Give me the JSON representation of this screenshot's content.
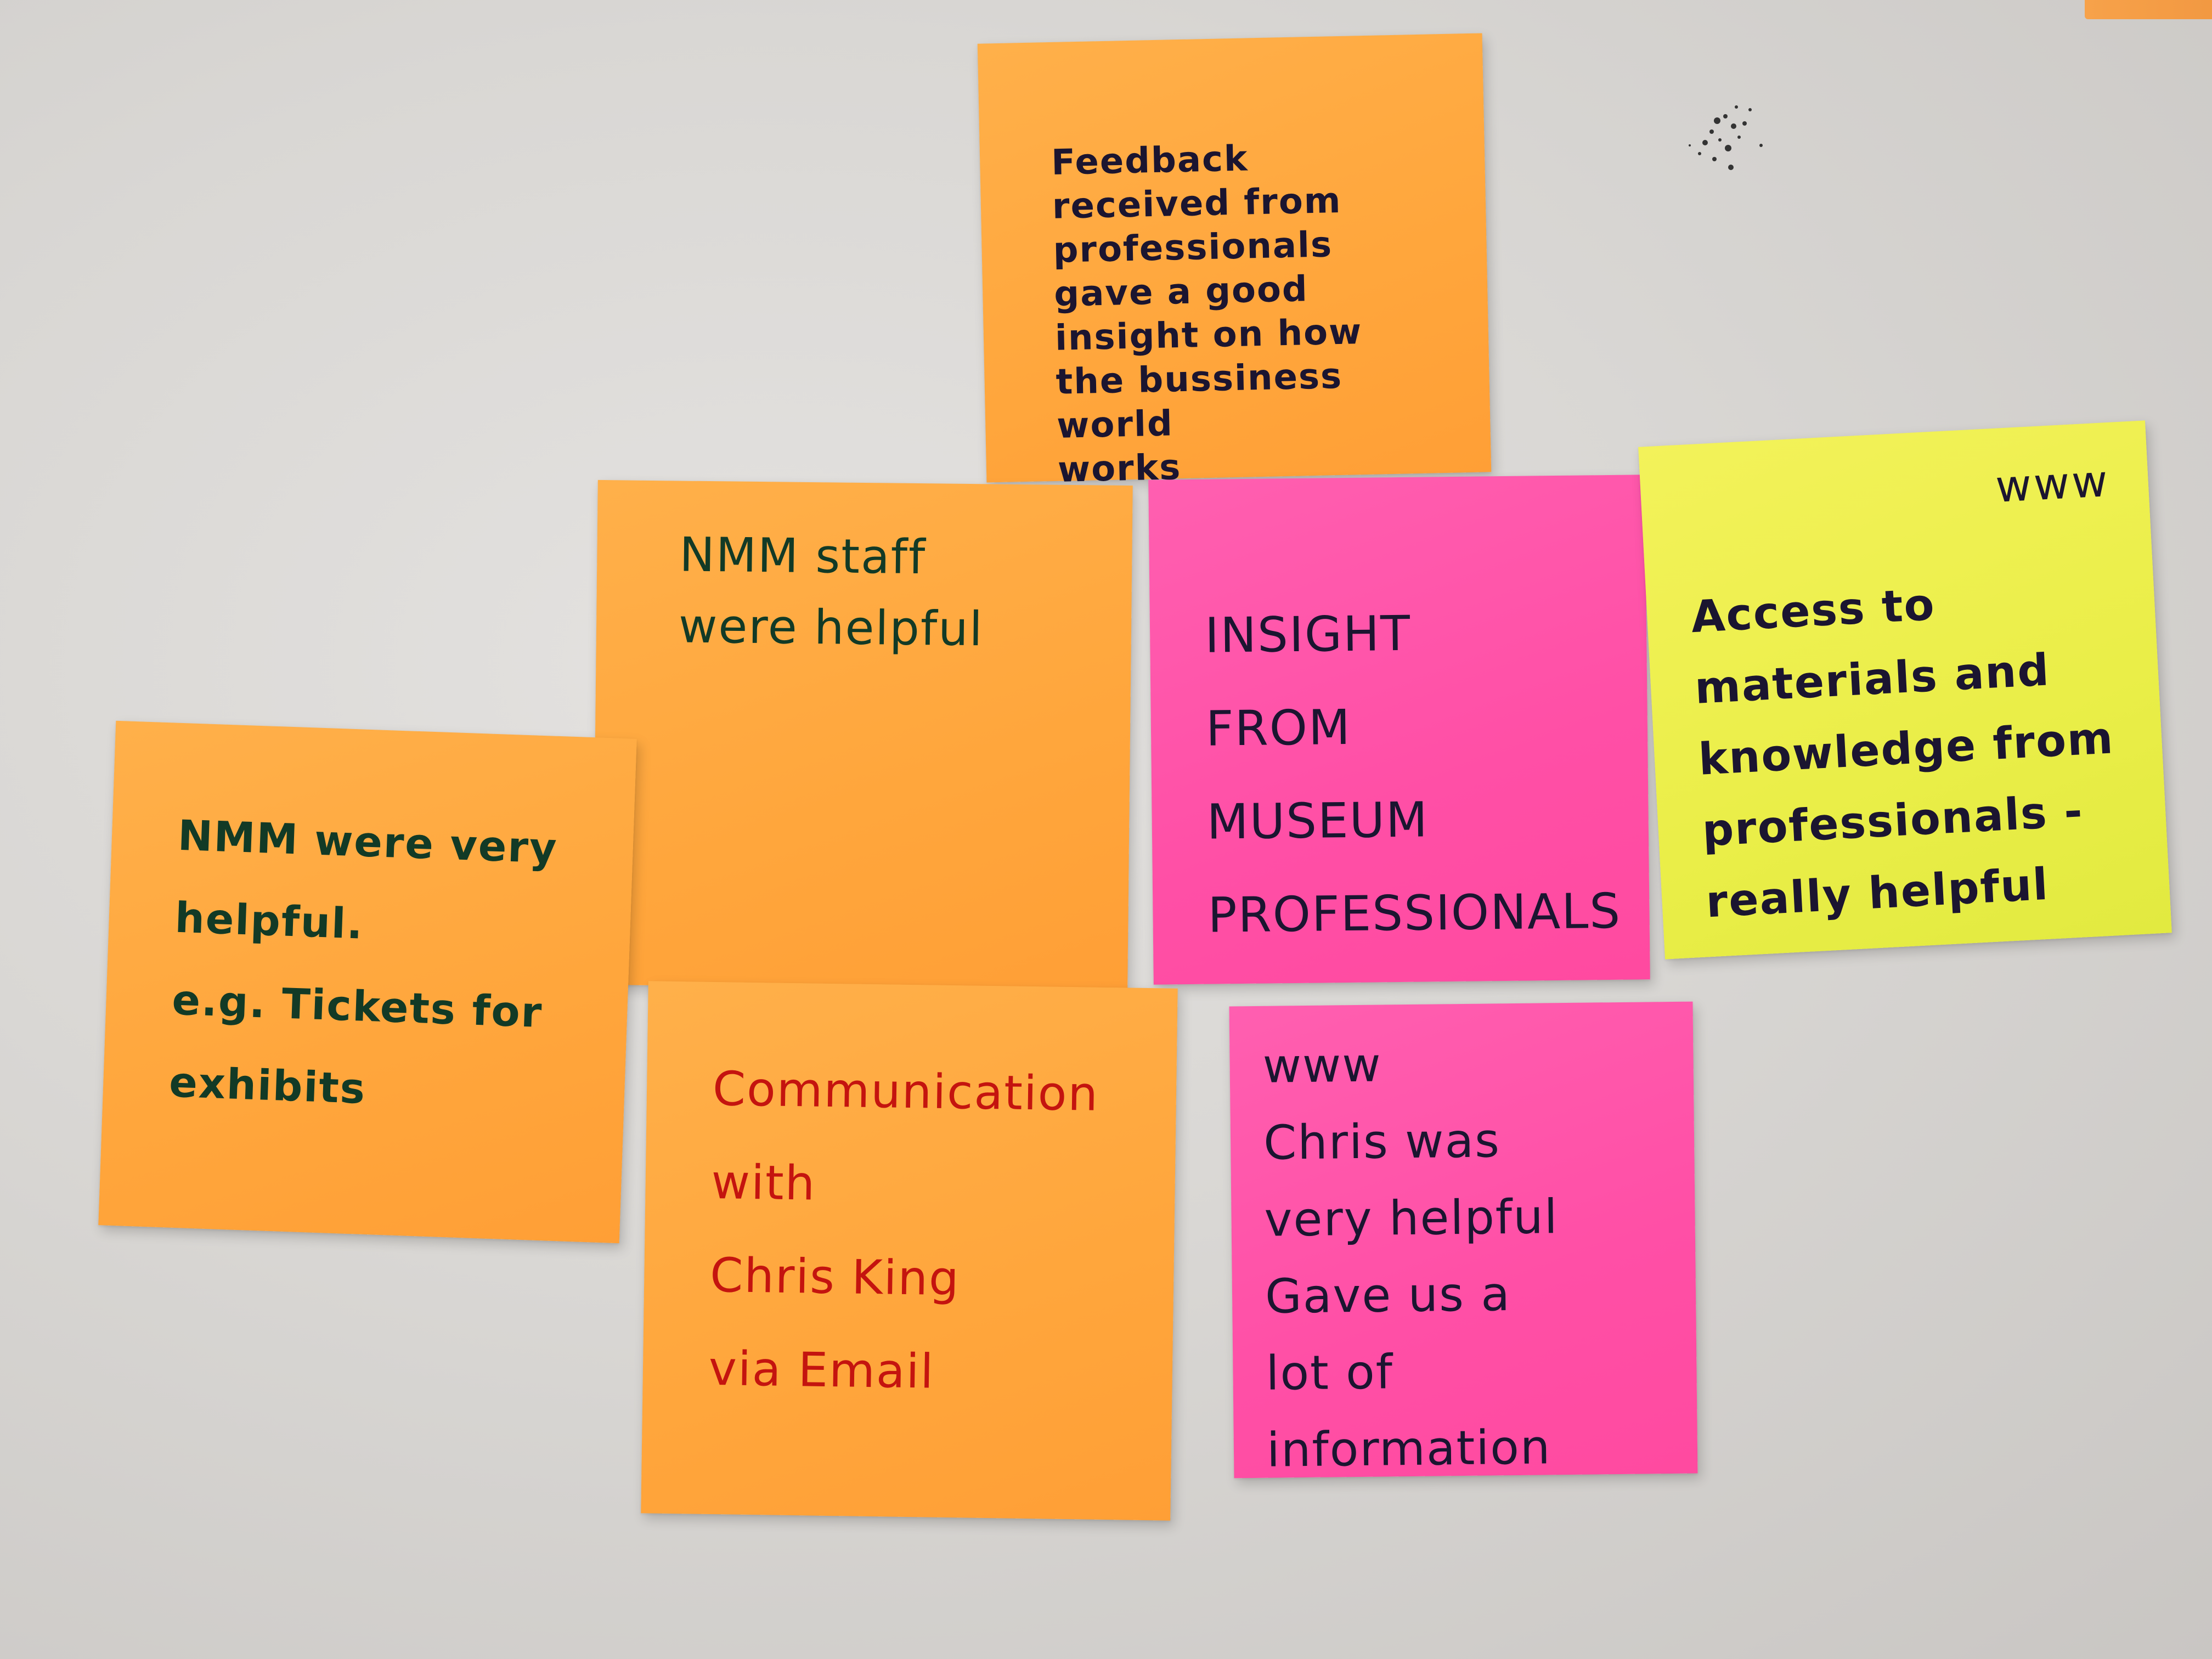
{
  "scene": {
    "wall_color": "#d9d7d4",
    "corner_note_color": "#f0953f",
    "spatter_color": "#333333"
  },
  "notes": [
    {
      "id": "feedback",
      "color": "orange",
      "ink": "black",
      "text": "Feedback\nreceived from\nprofessionals\ngave a good\ninsight on how\nthe bussiness world\nworks"
    },
    {
      "id": "nmm-staff",
      "color": "orange",
      "ink": "green",
      "text": "NMM staff\nwere helpful"
    },
    {
      "id": "insight",
      "color": "pink",
      "ink": "black",
      "text": "INSIGHT\nFROM\nMUSEUM\nPROFESSIONALS"
    },
    {
      "id": "yellow",
      "color": "yellow",
      "ink": "black",
      "tag": "www",
      "text": "Access to\nmaterials and\nknowledge from\nprofessionals -\nreally helpful"
    },
    {
      "id": "nmm-very",
      "color": "orange",
      "ink": "green",
      "text": "NMM were very\nhelpful.\ne.g. Tickets for\nexhibits"
    },
    {
      "id": "communication",
      "color": "orange",
      "ink": "red",
      "text": "Communication\nwith\nChris King\nvia Email"
    },
    {
      "id": "chris",
      "color": "pink",
      "ink": "black",
      "text": "www\nChris was\nvery helpful\nGave us a\nlot of\ninformation"
    }
  ]
}
